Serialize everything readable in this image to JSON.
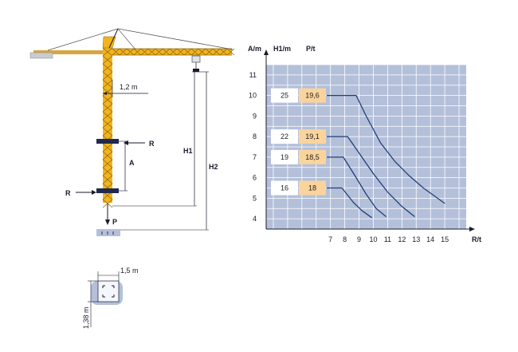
{
  "crane": {
    "mast_offset_label": "1,2 m",
    "force_r_top": "R",
    "force_r_bottom": "R",
    "tie_spacing_label": "A",
    "load_label": "P",
    "height_h1_label": "H1",
    "height_h2_label": "H2"
  },
  "footprint": {
    "width_label": "1,5 m",
    "depth_label": "1,38 m"
  },
  "chart_data": {
    "type": "line",
    "ylabel": "A/m",
    "col_h1_label": "H1/m",
    "col_p_label": "P/t",
    "xlabel": "R/t",
    "yticks": [
      "4",
      "5",
      "6",
      "7",
      "8",
      "9",
      "10",
      "11"
    ],
    "xticks": [
      "7",
      "8",
      "9",
      "10",
      "11",
      "12",
      "13",
      "14",
      "15"
    ],
    "ylim": [
      3.5,
      11.5
    ],
    "xlim": [
      2.5,
      16.5
    ],
    "rows": [
      {
        "A": 10,
        "H1": "25",
        "P": "19,6"
      },
      {
        "A": 8,
        "H1": "22",
        "P": "19,1"
      },
      {
        "A": 7,
        "H1": "19",
        "P": "18,5"
      },
      {
        "A": 5.5,
        "H1": "16",
        "P": "18"
      }
    ],
    "series": [
      {
        "x": [
          8.8,
          9.5,
          10.5,
          11.5,
          12.5,
          13.5,
          14.5,
          15
        ],
        "y": [
          10,
          9,
          7.7,
          6.8,
          6.1,
          5.5,
          5,
          4.75
        ]
      },
      {
        "x": [
          8.2,
          9.2,
          10,
          11,
          12,
          12.9
        ],
        "y": [
          8,
          7,
          6.2,
          5.3,
          4.6,
          4.1
        ]
      },
      {
        "x": [
          7.9,
          8.8,
          9.5,
          10.2,
          10.9
        ],
        "y": [
          7,
          6,
          5.2,
          4.5,
          4.1
        ]
      },
      {
        "x": [
          7.8,
          8.6,
          9.2,
          9.9
        ],
        "y": [
          5.5,
          4.8,
          4.4,
          4.05
        ]
      }
    ],
    "grid": true,
    "colors": {
      "plot_bg": "#b4c0da",
      "grid": "#ffffff",
      "curve": "#223f7a",
      "h1_cell": "#ffffff",
      "p_cell": "#fad49c"
    }
  }
}
